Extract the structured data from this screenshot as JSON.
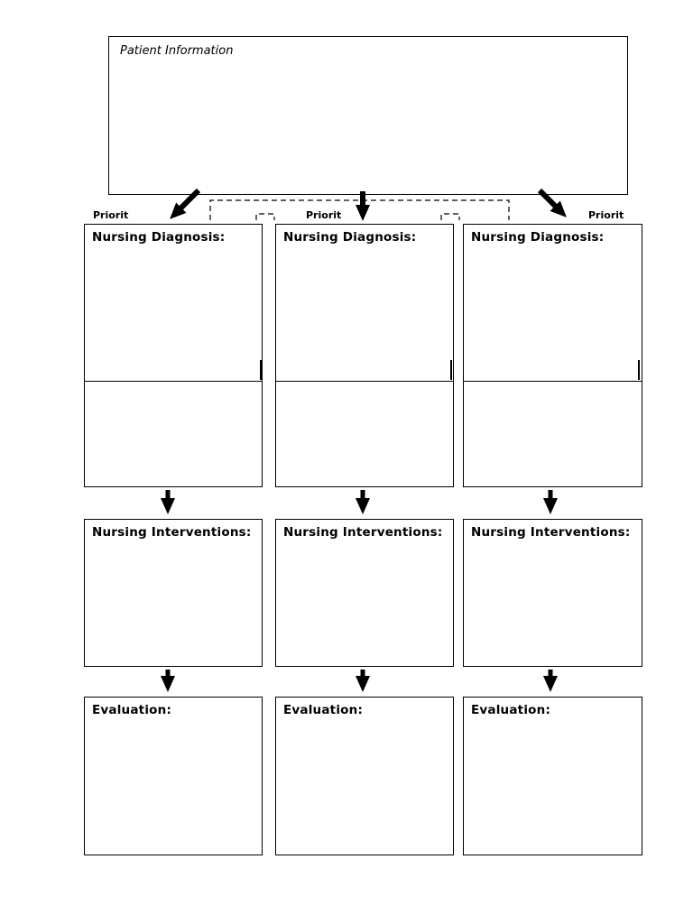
{
  "patient_info": {
    "label": "Patient Information"
  },
  "columns": [
    {
      "priority_label": "Priorit",
      "diagnosis_label": "Nursing Diagnosis:",
      "interventions_label": "Nursing Interventions:",
      "evaluation_label": "Evaluation:"
    },
    {
      "priority_label": "Priorit",
      "diagnosis_label": "Nursing Diagnosis:",
      "interventions_label": "Nursing Interventions:",
      "evaluation_label": "Evaluation:"
    },
    {
      "priority_label": "Priorit",
      "diagnosis_label": "Nursing Diagnosis:",
      "interventions_label": "Nursing Interventions:",
      "evaluation_label": "Evaluation:"
    }
  ],
  "colors": {
    "line": "#000000",
    "background": "#ffffff"
  }
}
